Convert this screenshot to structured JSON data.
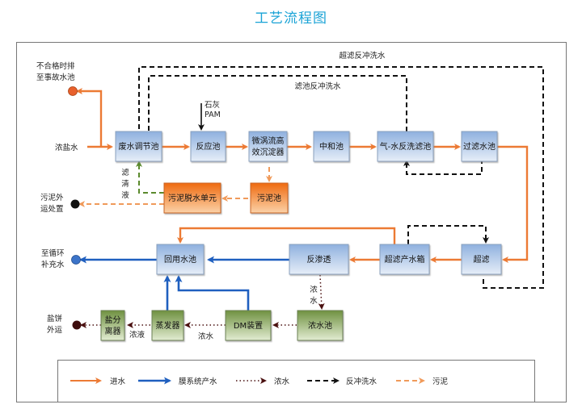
{
  "title": "工艺流程图",
  "colors": {
    "title": "#1aa3d6",
    "inlet_water": "#ec7a34",
    "membrane_product": "#1f5fbf",
    "concentrate": "#4a1010",
    "backwash": "#111111",
    "sludge": "#f09a5a",
    "filtrate": "#5b8a2d"
  },
  "nodes": {
    "equalization_tank": "废水调节池",
    "reaction_tank": "反应池",
    "clarifier_line1": "微涡流高",
    "clarifier_line2": "效沉淀器",
    "neutralization_tank": "中和池",
    "air_water_filter": "气-水反洗滤池",
    "filtered_water_tank": "过滤水池",
    "sludge_dewatering": "污泥脱水单元",
    "sludge_tank": "污泥池",
    "reuse_tank": "回用水池",
    "reverse_osmosis": "反渗透",
    "uf_product_tank": "超滤产水箱",
    "ultrafiltration": "超滤",
    "salt_separator_line1": "盐分",
    "salt_separator_line2": "离器",
    "evaporator": "蒸发器",
    "dm_unit": "DM装置",
    "concentrate_tank": "浓水池"
  },
  "labels": {
    "uf_backwash": "超滤反冲洗水",
    "filter_backwash": "滤池反冲洗水",
    "lime": "石灰",
    "pam": "PAM",
    "brine_in": "浓盐水",
    "emergency_line1": "不合格时排",
    "emergency_line2": "至事故水池",
    "filtrate_chars": [
      "滤",
      "清",
      "液"
    ],
    "sludge_out_line1": "污泥外",
    "sludge_out_line2": "运处置",
    "recycle_line1": "至循环",
    "recycle_line2": "补充水",
    "salt_out_line1": "盐饼",
    "salt_out_line2": "外运",
    "conc_liquid": "浓液",
    "conc_water": "浓水",
    "ro_conc_chars": [
      "浓",
      "水"
    ]
  },
  "legend": [
    {
      "label": "进水",
      "style": "inlet_water"
    },
    {
      "label": "膜系统产水",
      "style": "membrane_product"
    },
    {
      "label": "浓水",
      "style": "concentrate"
    },
    {
      "label": "反冲洗水",
      "style": "backwash"
    },
    {
      "label": "污泥",
      "style": "sludge"
    }
  ]
}
